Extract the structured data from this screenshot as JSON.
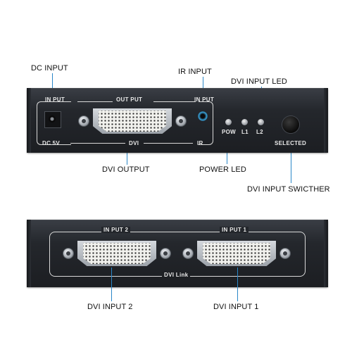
{
  "top_unit": {
    "callouts": {
      "dc_input": "DC INPUT",
      "ir_input": "IR INPUT",
      "dvi_input_led": "DVI INPUT LED",
      "dvi_output": "DVI OUTPUT",
      "power_led": "POWER LED",
      "dvi_input_switcher": "DVI INPUT SWICTHER"
    },
    "panel_labels": {
      "in_put_dc": "IN PUT",
      "out_put": "OUT PUT",
      "in_put_ir": "IN PUT",
      "dc_5v": "DC 5V",
      "dvi": "DVI",
      "ir": "IR",
      "pow": "POW",
      "l1": "L1",
      "l2": "L2",
      "selected": "SELECTED"
    }
  },
  "bottom_unit": {
    "callouts": {
      "dvi_input_2": "DVI INPUT 2",
      "dvi_input_1": "DVI INPUT 1"
    },
    "panel_labels": {
      "in_put_2": "IN PUT 2",
      "in_put_1": "IN PUT 1",
      "dvi_link": "DVI Link"
    }
  },
  "colors": {
    "leader_line": "#2a87c8",
    "panel": "#24272c",
    "silkscreen": "#e9e9e9"
  }
}
